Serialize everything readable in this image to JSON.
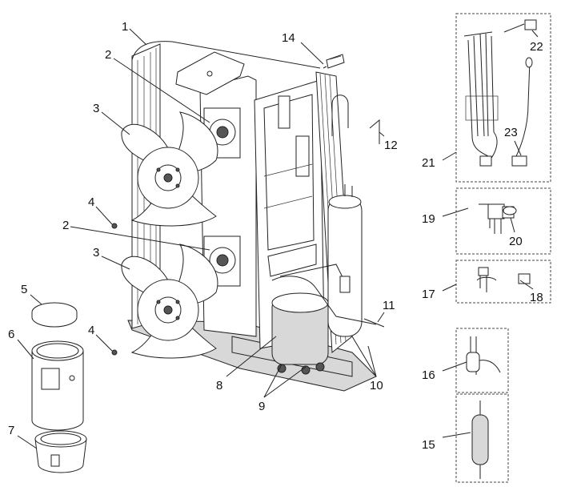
{
  "callouts": {
    "n1": "1",
    "n2a": "2",
    "n2b": "2",
    "n3a": "3",
    "n3b": "3",
    "n4a": "4",
    "n4b": "4",
    "n5": "5",
    "n6": "6",
    "n7": "7",
    "n8": "8",
    "n9": "9",
    "n10": "10",
    "n11": "11",
    "n12": "12",
    "n14": "14",
    "n15": "15",
    "n16": "16",
    "n17": "17",
    "n18": "18",
    "n19": "19",
    "n20": "20",
    "n21": "21",
    "n22": "22",
    "n23": "23"
  }
}
